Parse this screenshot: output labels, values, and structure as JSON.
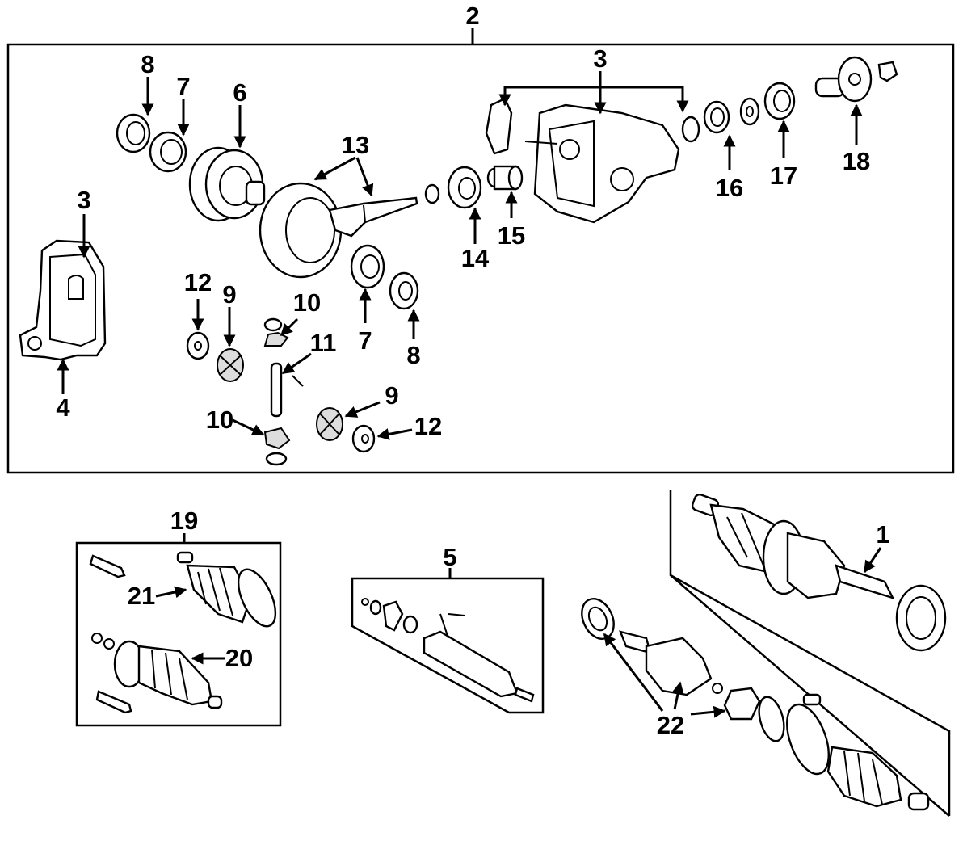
{
  "labels": {
    "l2": "2",
    "l3a": "3",
    "l3b": "3",
    "l8a": "8",
    "l7a": "7",
    "l6": "6",
    "l13": "13",
    "l14": "14",
    "l15": "15",
    "l16": "16",
    "l17": "17",
    "l18": "18",
    "l4": "4",
    "l12a": "12",
    "l9a": "9",
    "l10a": "10",
    "l11": "11",
    "l7b": "7",
    "l8b": "8",
    "l9b": "9",
    "l10b": "10",
    "l12b": "12",
    "l19": "19",
    "l21": "21",
    "l20": "20",
    "l5": "5",
    "l1": "1",
    "l22": "22"
  }
}
